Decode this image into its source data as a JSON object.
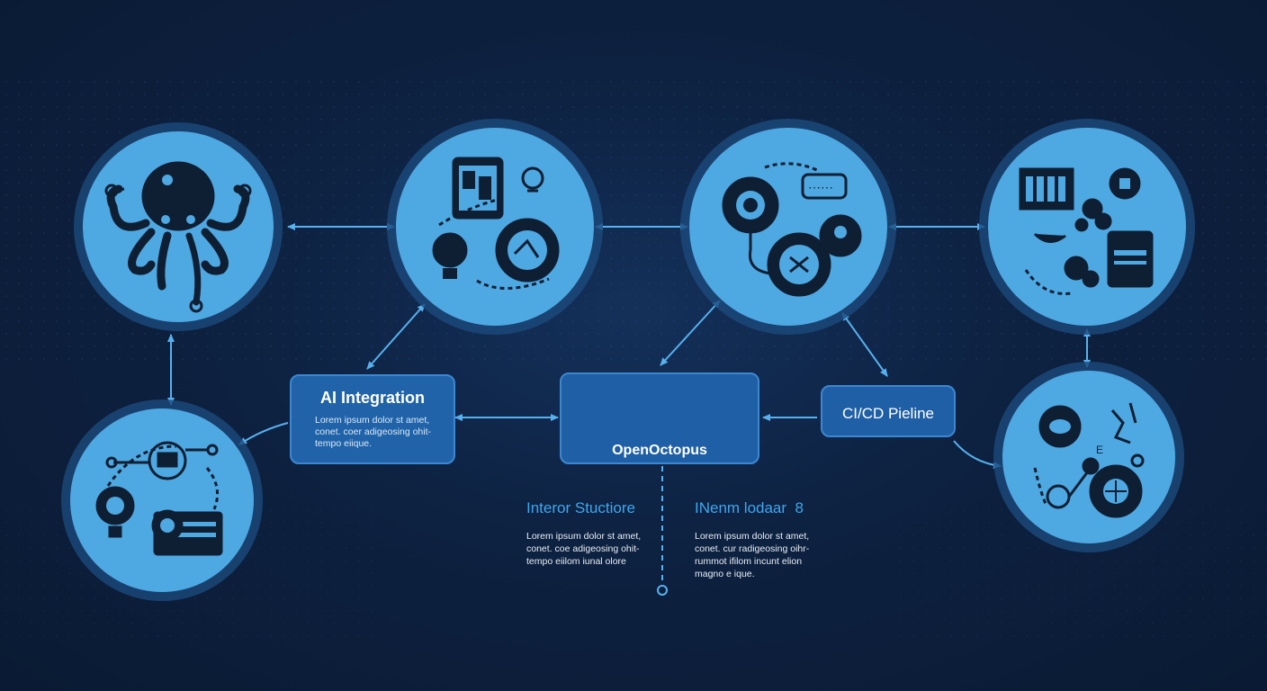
{
  "colors": {
    "background": "#0d2140",
    "node_fill": "#4ea8e2",
    "node_ring": "#1c4a7c",
    "icon": "#0f1f33",
    "box_fill": "#2163a8",
    "box_border": "#3d87d0",
    "connector": "#57b1ee",
    "section_title": "#3ea6ee"
  },
  "boxes": {
    "ai": {
      "title": "AI Integration",
      "body": [
        "Lorem ipsum dolor st amet,",
        "conet. coer adigeosing ohit-",
        "tempo eiique."
      ]
    },
    "center": {
      "title": "OpenOctopus"
    },
    "cicd": {
      "title": "CI/CD Pieline"
    }
  },
  "sections": {
    "left": {
      "title": "Interor Stuctiore",
      "body": [
        "Lorem ipsum dolor st amet,",
        "conet. coe adigeosing ohit-",
        "tempo eiilom iunal olore"
      ]
    },
    "right": {
      "title": "INenm lodaar  8",
      "body": [
        "Lorem ipsum dolor st amet,",
        "conet. cur radigeosing oihr-",
        "rummot ifilom incunt elion",
        "magno e ique."
      ]
    }
  },
  "nodes": [
    {
      "id": "octopus",
      "icon": "octopus-icon"
    },
    {
      "id": "devices",
      "icon": "tablet-lightbulb-gear-icon"
    },
    {
      "id": "ai-gear",
      "icon": "circuit-gear-chat-icon"
    },
    {
      "id": "data",
      "icon": "server-network-document-icon"
    },
    {
      "id": "workflow",
      "icon": "workflow-laptop-gear-icon"
    },
    {
      "id": "globe",
      "icon": "gear-globe-network-icon"
    }
  ]
}
